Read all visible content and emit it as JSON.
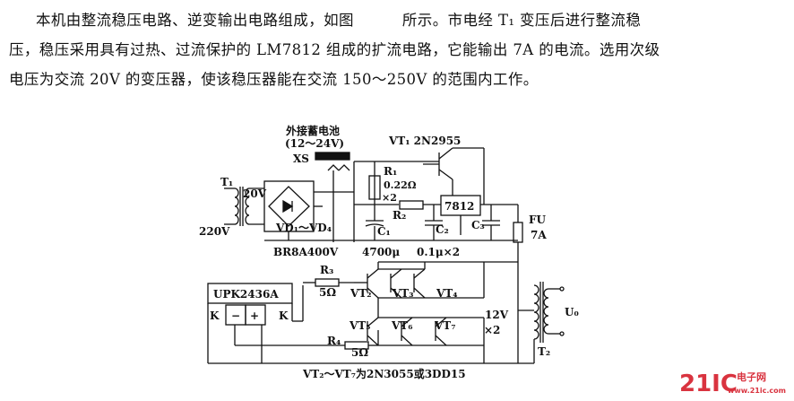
{
  "paragraph": {
    "line1a": "本机由整流稳压电路、逆变输出电路组成，如图",
    "line1b": "所示。市电经 T₁ 变压后进行整流稳",
    "line2": "压，稳压采用具有过热、过流保护的 LM7812 组成的扩流电路，它能输出 7A 的电流。选用次级",
    "line3": "电压为交流 20V 的变压器，使该稳压器能在交流 150～250V 的范围内工作。"
  },
  "schematic": {
    "battery_label": "外接蓄电池",
    "battery_range": "(12～24V)",
    "xs": "XS",
    "t1": "T₁",
    "v20": "20V",
    "v220": "220V",
    "bridge": "VD₁～VD₄",
    "bridge_part": "BR8A400V",
    "vt1": "VT₁ 2N2955",
    "r1": "R₁",
    "r1_val": "0.22Ω",
    "r1_mul": "×2",
    "r2": "R₂",
    "reg": "7812",
    "c1": "C₁",
    "c2": "C₂",
    "c3": "C₃",
    "c1_val": "4700μ",
    "c23_val": "0.1μ×2",
    "fu": "FU",
    "fu_val": "7A",
    "r3": "R₃",
    "r3_val": "5Ω",
    "r4": "R₄",
    "r4_val": "5Ω",
    "ic": "UPK2436A",
    "k_left": "K",
    "minus": "−",
    "plus": "+",
    "k_right": "K",
    "vt2": "VT₂",
    "vt3": "VT₃",
    "vt4": "VT₄",
    "vt5": "VT₅",
    "vt6": "VT₆",
    "vt7": "VT₇",
    "v12": "12V",
    "v12_mul": "×2",
    "uo": "U₀",
    "t2": "T₂",
    "caption": "VT₂～VT₇为2N3055或3DD15"
  },
  "watermark": {
    "brand": "21IC",
    "sub1": "电子网",
    "sub2": "www.21ic.com",
    "color": "#d9333f"
  }
}
